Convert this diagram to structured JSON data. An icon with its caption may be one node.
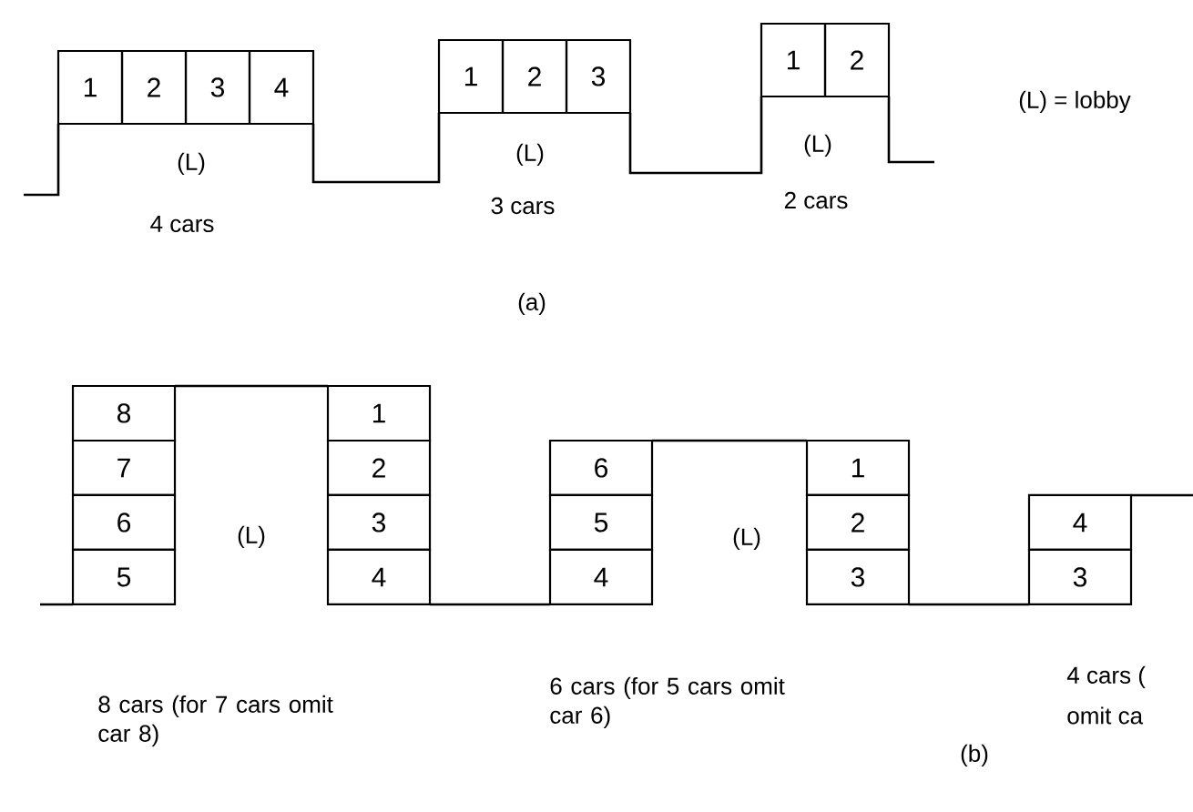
{
  "diagram": {
    "nodes": [
      {
        "text": [
          "1"
        ]
      },
      {
        "text": [
          "2"
        ]
      },
      {
        "text": [
          "3"
        ]
      },
      {
        "text": [
          "4"
        ]
      },
      {
        "text": [
          "1"
        ]
      },
      {
        "text": [
          "2"
        ]
      },
      {
        "text": [
          "3"
        ]
      },
      {
        "text": [
          "1"
        ]
      },
      {
        "text": [
          "2"
        ]
      },
      {
        "text": [
          "8"
        ]
      },
      {
        "text": [
          "7"
        ]
      },
      {
        "text": [
          "6"
        ]
      },
      {
        "text": [
          "5"
        ]
      },
      {
        "text": [
          "1"
        ]
      },
      {
        "text": [
          "2"
        ]
      },
      {
        "text": [
          "3"
        ]
      },
      {
        "text": [
          "4"
        ]
      },
      {
        "text": [
          "6"
        ]
      },
      {
        "text": [
          "5"
        ]
      },
      {
        "text": [
          "4"
        ]
      },
      {
        "text": [
          "1"
        ]
      },
      {
        "text": [
          "2"
        ]
      },
      {
        "text": [
          "3"
        ]
      },
      {
        "text": [
          "4"
        ]
      },
      {
        "text": [
          "3"
        ]
      }
    ],
    "labels": [
      "(L)",
      "4 cars",
      "(L)",
      "3 cars",
      "(L)",
      "2 cars",
      "(L) = lobby",
      "(a)",
      "(L)",
      "(L)",
      "8 cars (for 7 cars omit car 8)",
      "6 cars (for 5 cars omit car 6)",
      "4 cars (",
      "omit ca",
      "(b)"
    ]
  }
}
